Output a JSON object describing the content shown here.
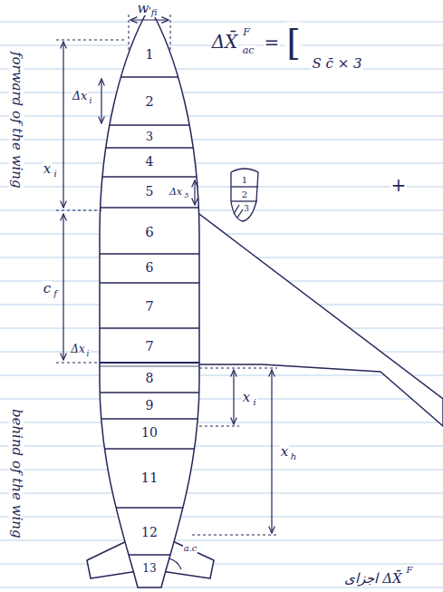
{
  "diagram": {
    "labels": [
      "w",
      "fi",
      "1",
      "Δx",
      "i",
      "2",
      "x",
      "i",
      "3",
      "4",
      "5",
      "Δx",
      "5",
      "6",
      "c",
      "f",
      "6",
      "7",
      "Δx",
      "i",
      "7",
      "8",
      "x",
      "i",
      "9",
      "10",
      "x",
      "h",
      "11",
      "12",
      "13",
      "a.c",
      "forward of the wing",
      "behind of the wing",
      "ΔX̄",
      "F",
      "ac",
      "=",
      "[",
      "S c̄ × 3",
      "+",
      "1",
      "2",
      "3",
      "اجزای ΔX̄",
      "F"
    ]
  }
}
